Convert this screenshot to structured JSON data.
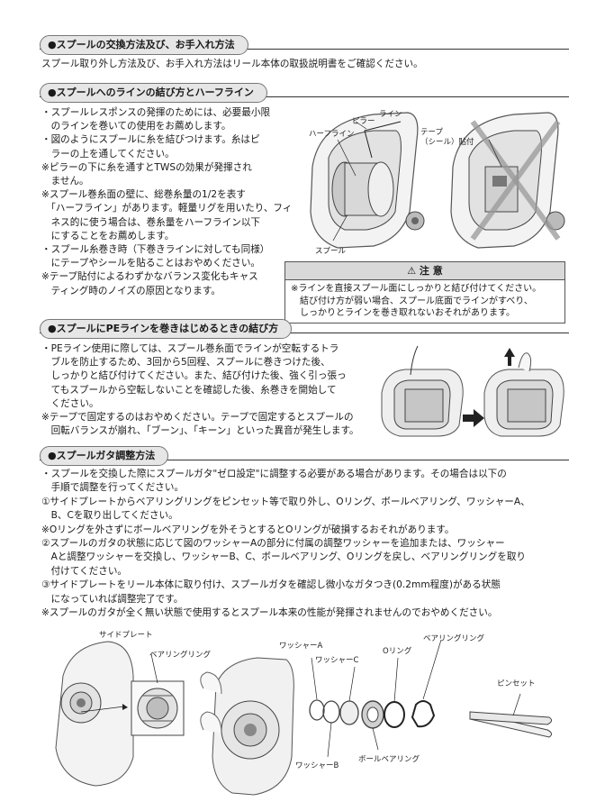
{
  "sections": {
    "s1": {
      "title": "●スプールの交換方法及び、お手入れ方法",
      "body": "スプール取り外し方法及び、お手入れ方法はリール本体の取扱説明書をご確認ください。"
    },
    "s2": {
      "title": "●スプールへのラインの結び方とハーフライン",
      "lines": [
        "・スプールレスポンスの発揮のためには、必要最小限",
        "　のラインを巻いての使用をお薦めします。",
        "・図のようにスプールに糸を結びつけます。糸はピ",
        "　ラーの上を通してください。",
        "※ピラーの下に糸を通すとTWSの効果が発揮され",
        "　ません。",
        "※スプール巻糸面の壁に、総巻糸量の1/2を表す",
        "　「ハーフライン」があります。軽量リグを用いたり、フィ",
        "　ネス的に使う場合は、巻糸量をハーフライン以下",
        "　にすることをお薦めします。",
        "・スプール糸巻き時（下巻きラインに対しても同様）",
        "　にテープやシールを貼ることはおやめください。",
        "※テープ貼付によるわずかなバランス変化もキャス",
        "　ティング時のノイズの原因となります。"
      ],
      "figure_labels": {
        "line": "ライン",
        "pillar": "ピラー",
        "half_line": "ハーフライン",
        "spool": "スプール",
        "tape": "テープ",
        "tape_sub": "（シール）貼付"
      },
      "caution": {
        "title": "⚠ 注 意",
        "lines": [
          "※ラインを直接スプール面にしっかりと結び付けてください。",
          "　結び付け方が弱い場合、スプール底面でラインがすべり、",
          "　しっかりとラインを巻き取れないおそれがあります。"
        ]
      }
    },
    "s3": {
      "title": "●スプールにPEラインを巻きはじめるときの結び方",
      "lines": [
        "・PEライン使用に際しては、スプール巻糸面でラインが空転するトラ",
        "　ブルを防止するため、3回から5回程、スプールに巻きつけた後、",
        "　しっかりと結び付けてください。また、結び付けた後、強く引っ張っ",
        "　てもスプールから空転しないことを確認した後、糸巻きを開始して",
        "　ください。",
        "※テープで固定するのはおやめください。テープで固定するとスプールの",
        "　回転バランスが崩れ、「ブーン」、「キーン」といった異音が発生します。"
      ]
    },
    "s4": {
      "title": "●スプールガタ調整方法",
      "lines": [
        "・スプールを交換した際にスプールガタ\"ゼロ設定\"に調整する必要がある場合があります。その場合は以下の",
        "　手順で調整を行ってください。",
        "①サイドプレートからベアリングリングをピンセット等で取り外し、Oリング、ボールベアリング、ワッシャーA、",
        "　B、Cを取り出してください。",
        "※Oリングを外さずにボールベアリングを外そうとするとOリングが破損するおそれがあります。",
        "②スプールのガタの状態に応じて図のワッシャーAの部分に付属の調整ワッシャーを追加または、ワッシャー",
        "　Aと調整ワッシャーを交換し、ワッシャーB、C、ボールベアリング、Oリングを戻し、ベアリングリングを取り",
        "　付けてください。",
        "③サイドプレートをリール本体に取り付け、スプールガタを確認し微小なガタつき(0.2mm程度)がある状態",
        "　になっていれば調整完了です。",
        "※スプールのガタが全く無い状態で使用するとスプール本来の性能が発揮されませんのでおやめください。"
      ],
      "figure_labels": {
        "side_plate": "サイドプレート",
        "bearing_ring_left": "ベアリングリング",
        "washer_a": "ワッシャーA",
        "washer_c": "ワッシャーC",
        "o_ring": "Oリング",
        "bearing_ring": "ベアリングリング",
        "tweezers": "ピンセット",
        "washer_b": "ワッシャーB",
        "ball_bearing": "ボールベアリング"
      }
    }
  }
}
